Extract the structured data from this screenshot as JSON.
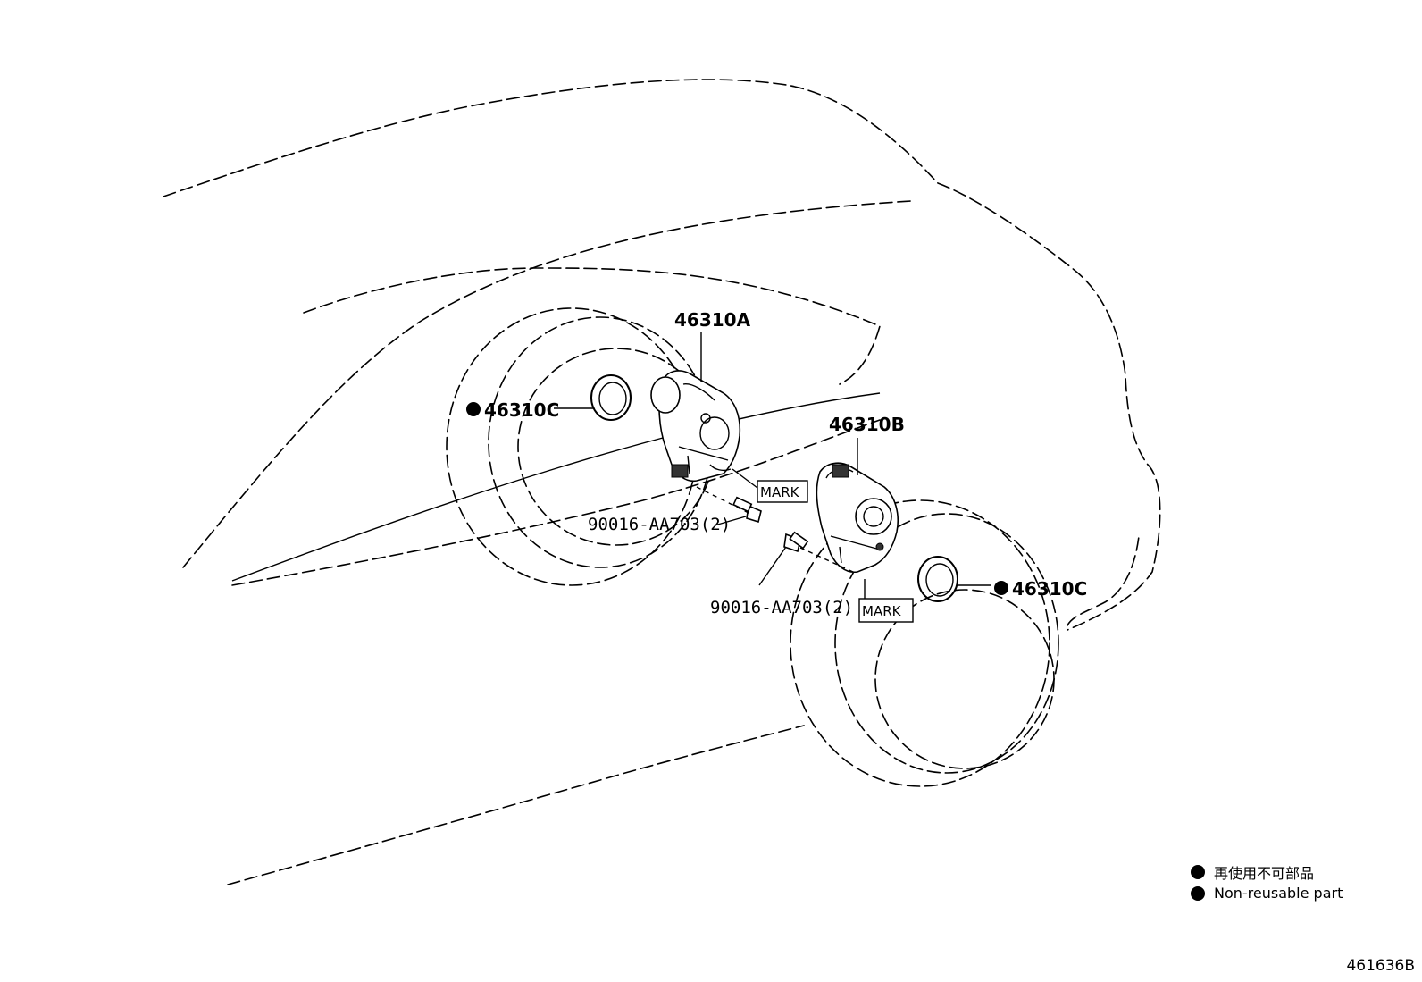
{
  "callouts": {
    "actuator_a": "46310A",
    "actuator_b": "46310B",
    "seal_left": "46310C",
    "seal_right": "46310C",
    "bolt_upper": "90016-AA703(2)",
    "bolt_lower": "90016-AA703(2)",
    "mark_upper": "MARK",
    "mark_lower": "MARK"
  },
  "legend": [
    {
      "icon": "non-reusable-dot-icon",
      "label": "再使用不可部品"
    },
    {
      "icon": "non-reusable-dot-icon",
      "label": "Non-reusable part"
    }
  ],
  "figure_id": "461636B"
}
